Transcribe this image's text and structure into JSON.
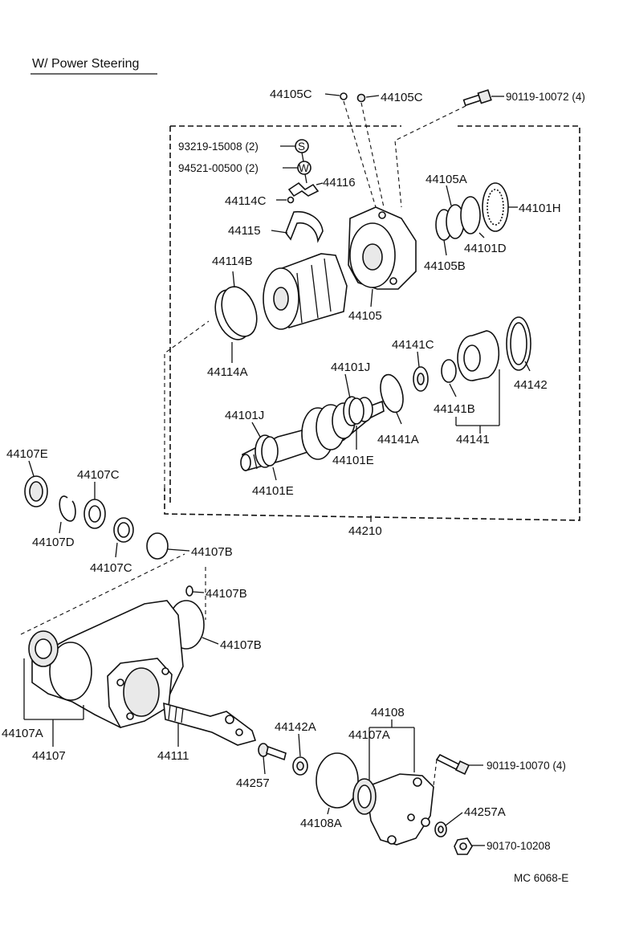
{
  "title": "W/ Power Steering",
  "footer_code": "MC  6068-E",
  "labels": {
    "p44105C_left": "44105C",
    "p44105C_right": "44105C",
    "p90119_10072": "90119-10072 (4)",
    "p93219_15008": "93219-15008 (2)",
    "p94521_00500": "94521-00500 (2)",
    "p44116": "44116",
    "p44114C": "44114C",
    "p44115": "44115",
    "p44105A": "44105A",
    "p44101H": "44101H",
    "p44101D": "44101D",
    "p44105B": "44105B",
    "p44114B": "44114B",
    "p44105": "44105",
    "p44114A": "44114A",
    "p44141C": "44141C",
    "p44101J_top": "44101J",
    "p44142": "44142",
    "p44101J_left": "44101J",
    "p44141B": "44141B",
    "p44141A": "44141A",
    "p44141": "44141",
    "p44101E_right": "44101E",
    "p44101E_bottom": "44101E",
    "p44210": "44210",
    "p44107E": "44107E",
    "p44107C_top": "44107C",
    "p44107D": "44107D",
    "p44107B_1": "44107B",
    "p44107C_bottom": "44107C",
    "p44107B_2": "44107B",
    "p44107B_3": "44107B",
    "p44108": "44108",
    "p44142A": "44142A",
    "p44107A_right": "44107A",
    "p44107A_left": "44107A",
    "p44107": "44107",
    "p44111": "44111",
    "p90119_10070": "90119-10070 (4)",
    "p44257": "44257",
    "p44108A": "44108A",
    "p44257A": "44257A",
    "p90170_10208": "90170-10208"
  },
  "symbols": {
    "s_symbol": "S",
    "w_symbol": "W"
  }
}
